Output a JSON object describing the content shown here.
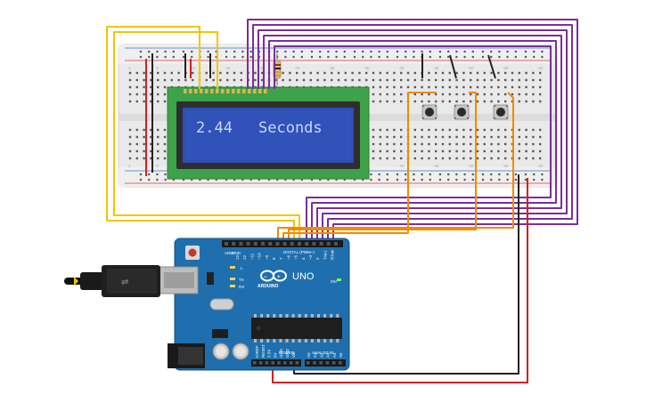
{
  "lcd": {
    "value": "2.44",
    "unit": "Seconds"
  },
  "arduino": {
    "model": "UNO",
    "brand": "ARDUINO",
    "digital_label": "DIGITAL (PWM~)",
    "power_label": "POWER",
    "analog_label": "ANALOG IN",
    "on_label": "ON",
    "l_label": "L",
    "tx_label": "TX",
    "rx_label": "RX",
    "aref_label": "AREF",
    "gnd_label": "GND",
    "digital_pins": [
      "13",
      "12",
      "~11",
      "~10",
      "~9",
      "8",
      "7",
      "~6",
      "~5",
      "4",
      "~3",
      "2",
      "TX▸1",
      "RX◂0"
    ],
    "power_pins": [
      "IOREF",
      "RESET",
      "3.3V",
      "5V",
      "GND",
      "GND",
      "Vin"
    ],
    "analog_pins": [
      "A0",
      "A1",
      "A2",
      "A3",
      "A4",
      "A5"
    ]
  },
  "breadboard": {
    "column_numbers": [
      "1",
      "5",
      "10",
      "15",
      "20",
      "25",
      "30",
      "35",
      "40",
      "45",
      "50",
      "55",
      "60"
    ],
    "row_letters_top": [
      "a",
      "b",
      "c",
      "d",
      "e"
    ],
    "row_letters_bottom": [
      "f",
      "g",
      "h",
      "i",
      "j"
    ]
  },
  "colors": {
    "board_blue": "#1f6fae",
    "breadboard": "#ececec",
    "lcd_bezel": "#2e2e2e",
    "lcd_screen": "#2f4fb4",
    "lcd_pcb": "#3ea24a",
    "wire_yellow": "#f2c500",
    "wire_purple": "#7a2e9c",
    "wire_orange": "#f08a00",
    "wire_red": "#d81e1e",
    "wire_black": "#222222"
  }
}
